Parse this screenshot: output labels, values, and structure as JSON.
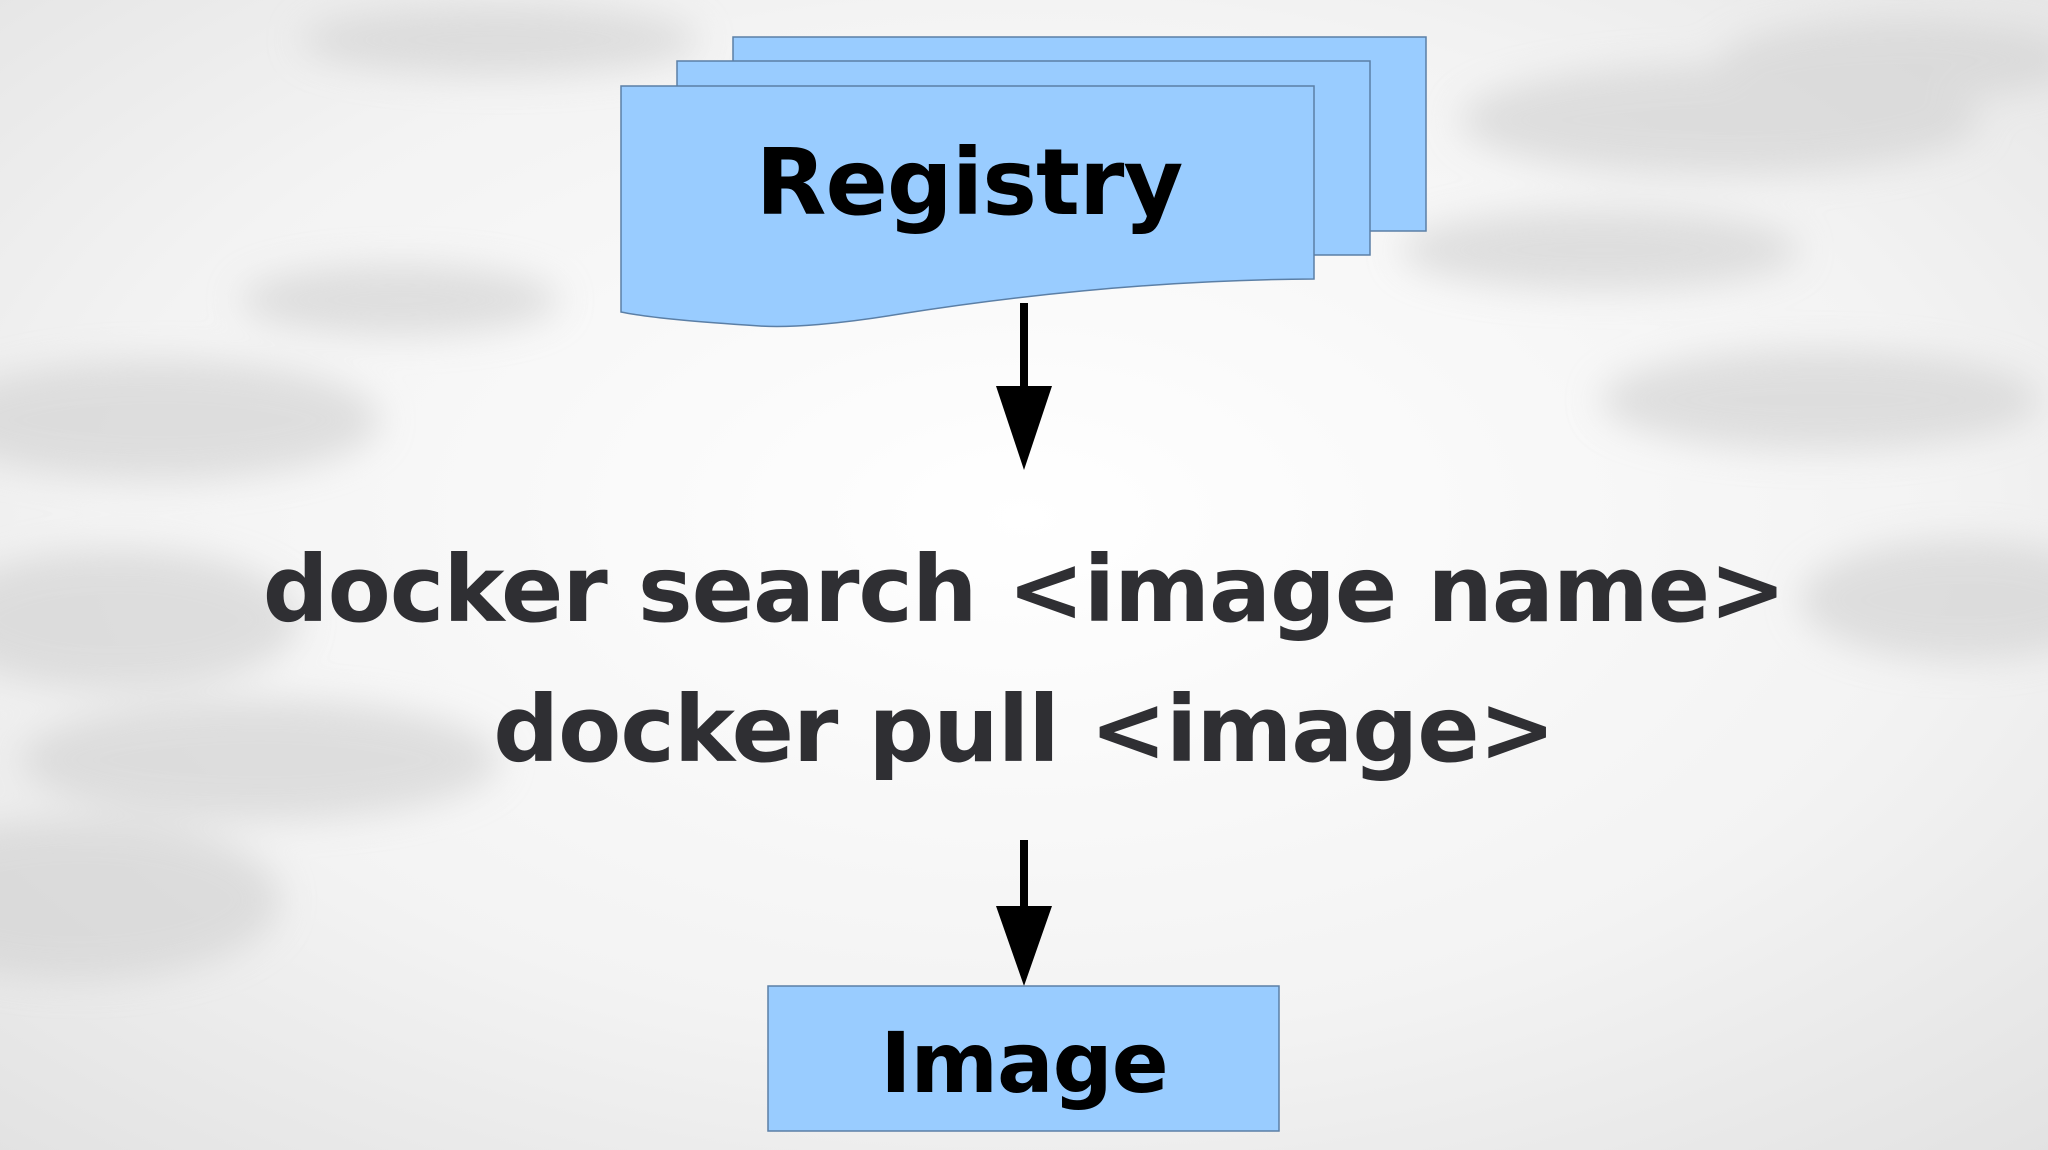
{
  "diagram": {
    "registry": {
      "label": "Registry"
    },
    "commands": {
      "search": "docker search <image name>",
      "pull": "docker pull <image>"
    },
    "image": {
      "label": "Image"
    }
  },
  "colors": {
    "box_fill": "#99ccff",
    "box_stroke": "#5b7fa6",
    "arrow": "#000000",
    "command_text": "#2f2f33",
    "label_text": "#000000"
  }
}
